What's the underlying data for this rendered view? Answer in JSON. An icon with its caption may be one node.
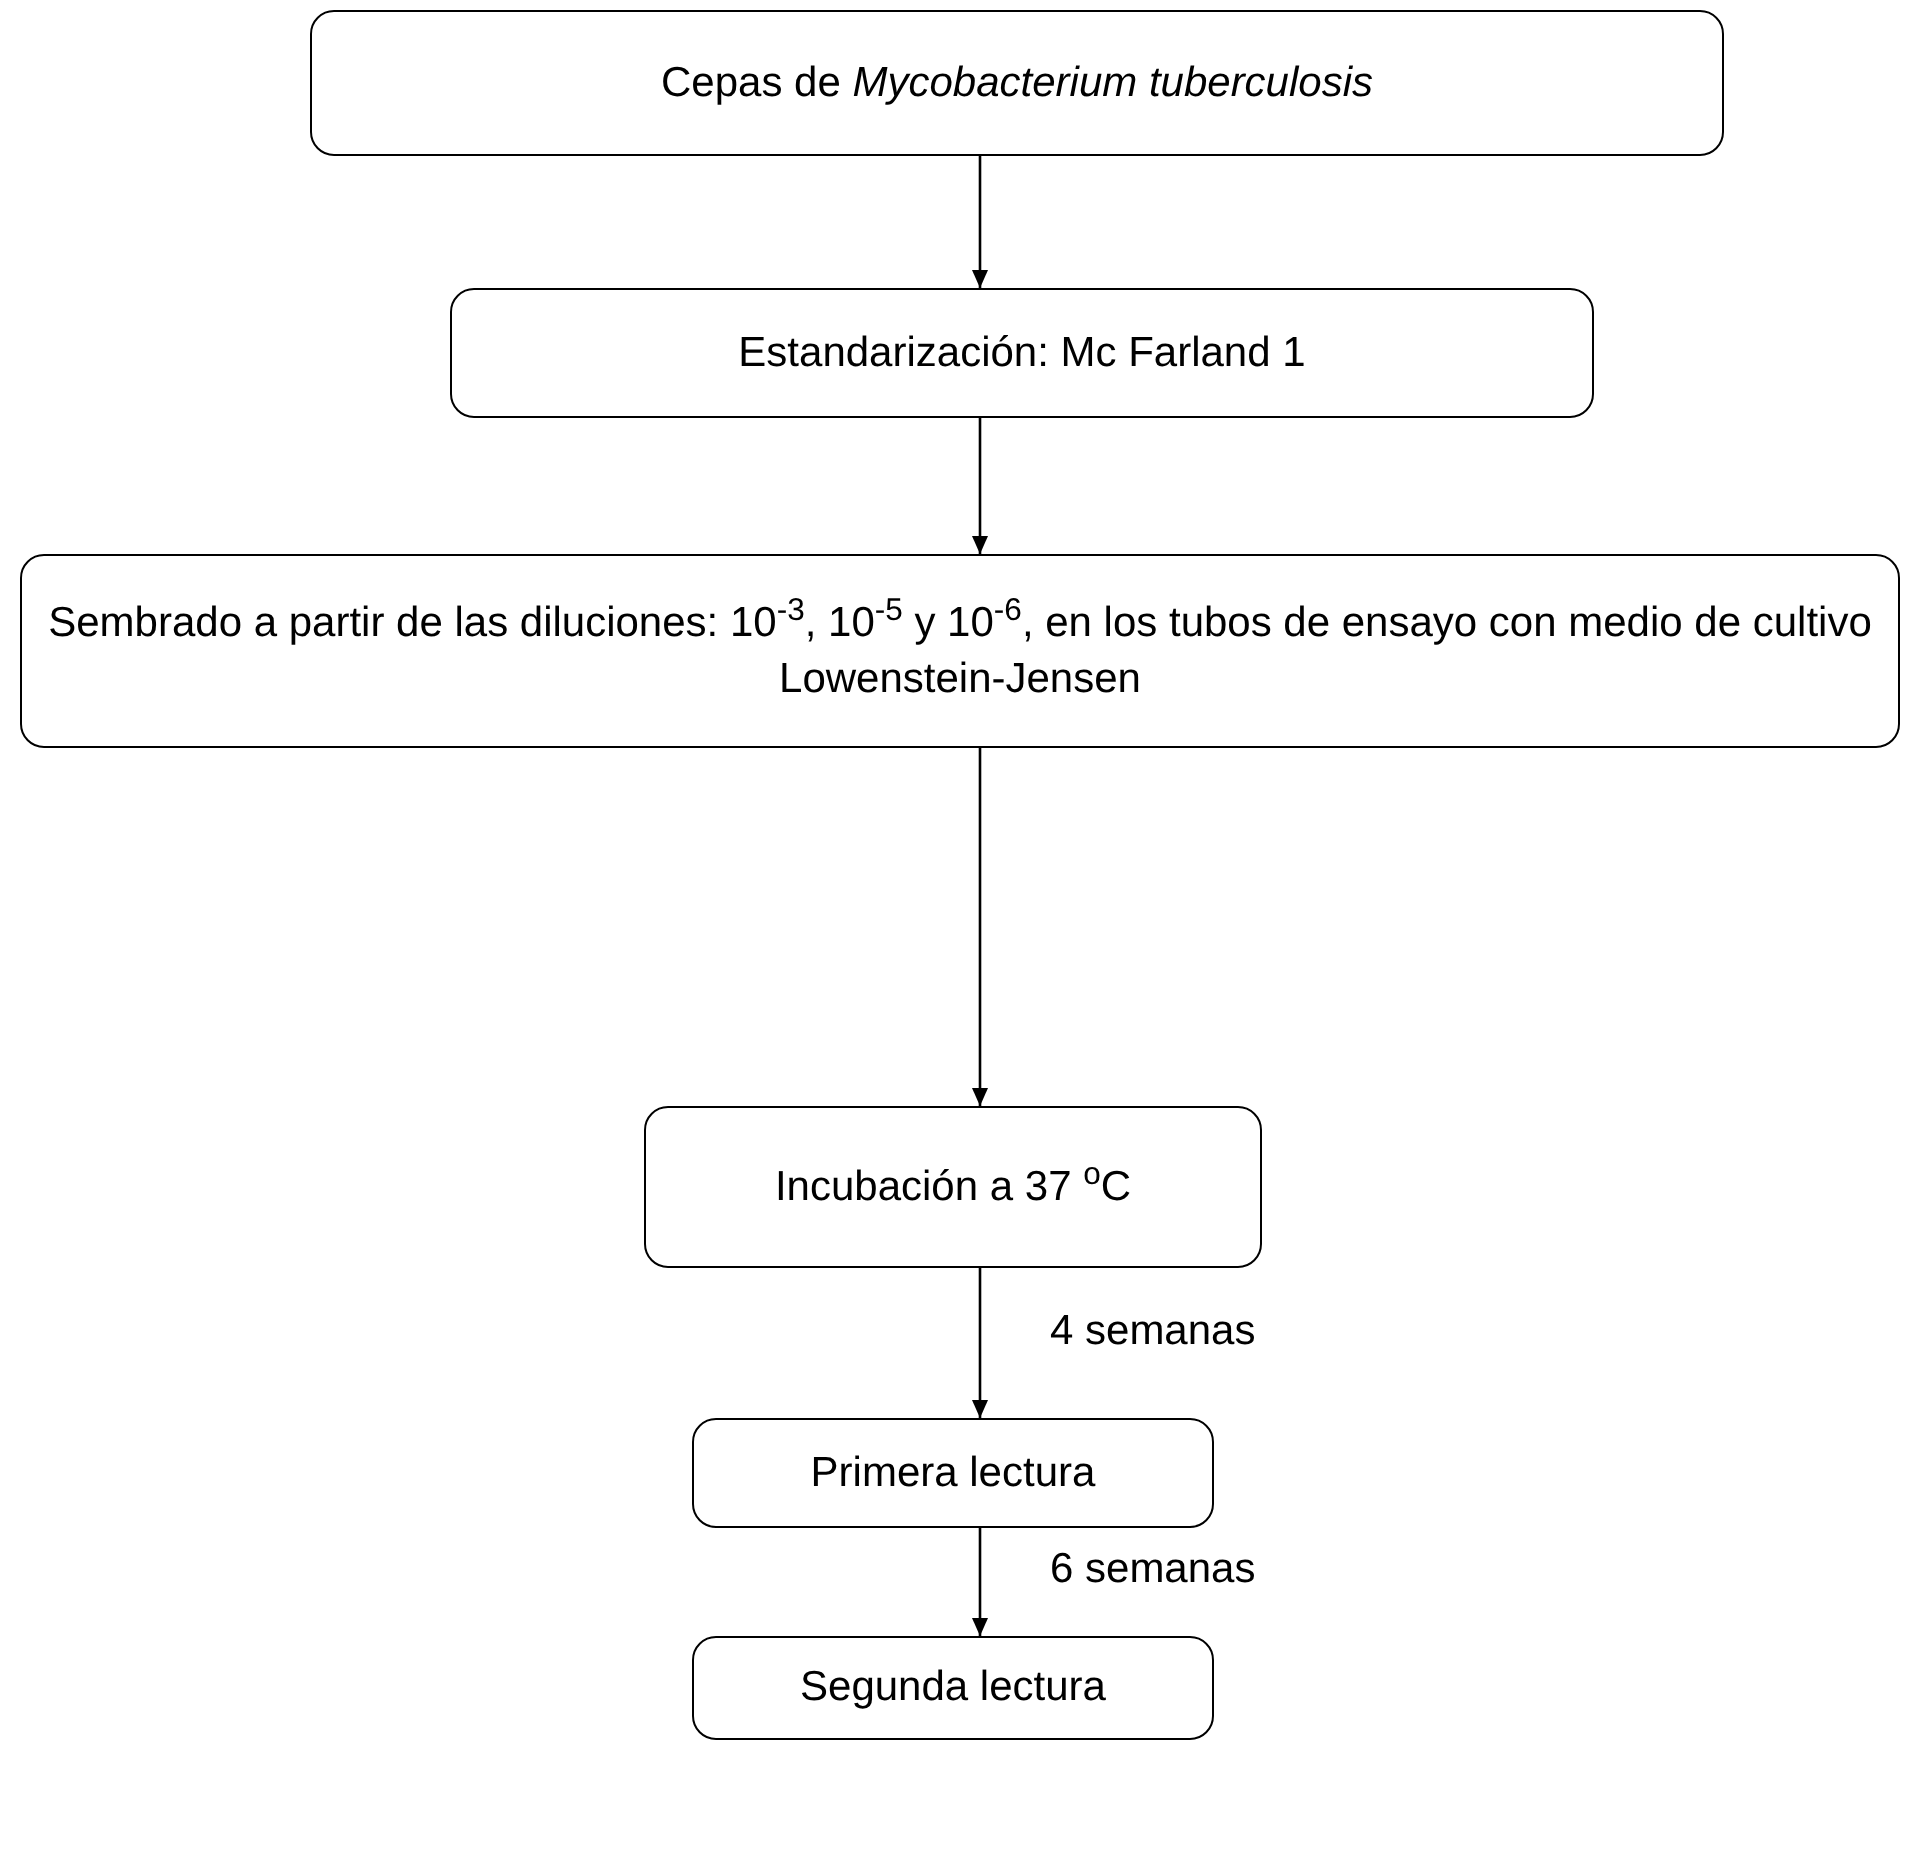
{
  "diagram": {
    "nodes": [
      {
        "text": [
          "Cepas de *Mycobacterium tuberculosis*"
        ]
      },
      {
        "text": [
          "Estandarización: Mc Farland 1"
        ]
      },
      {
        "text": [
          "Sembrado a partir de las diluciones: 10$^{-3}$, 10$^{-5}$ y 10$^{-6}$, en los tubos de ensayo con medio de cultivo Lowenstein-Jensen"
        ]
      },
      {
        "text": [
          "Incubación a 37 $^{o}$C"
        ]
      },
      {
        "text": [
          "Primera lectura"
        ]
      },
      {
        "text": [
          "Segunda lectura"
        ]
      }
    ],
    "edges": [
      {
        "from": 0,
        "to": 1,
        "arrow": "to"
      },
      {
        "from": 1,
        "to": 2,
        "arrow": "to"
      },
      {
        "from": 2,
        "to": 3,
        "arrow": "to"
      },
      {
        "from": 3,
        "to": 4,
        "arrow": "to",
        "label": "4 semanas"
      },
      {
        "from": 4,
        "to": 5,
        "arrow": "to",
        "label": "6 semanas"
      }
    ]
  }
}
